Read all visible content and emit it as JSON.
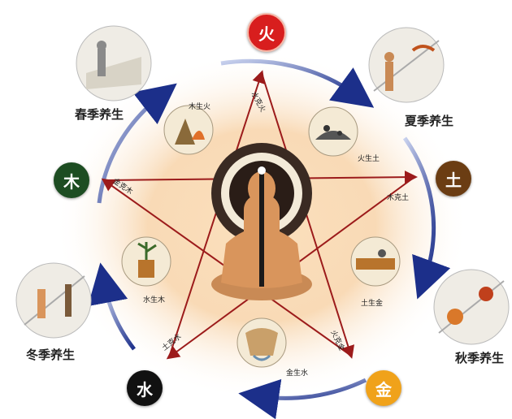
{
  "elements": {
    "fire": "火",
    "earth": "土",
    "metal": "金",
    "water": "水",
    "wood": "木"
  },
  "seasons": {
    "spring": "春季养生",
    "summer": "夏季养生",
    "autumn": "秋季养生",
    "winter": "冬季养生"
  },
  "generating": {
    "wood_fire": "木生火",
    "fire_earth": "火生土",
    "earth_metal": "土生金",
    "metal_water": "金生水",
    "water_wood": "水生木"
  },
  "controlling": {
    "water_fire": "水克火",
    "wood_earth": "木克土",
    "fire_metal": "火克金",
    "earth_water": "土克水",
    "metal_wood": "金克木"
  },
  "colors": {
    "fire": "#d81e1e",
    "earth": "#6b3d13",
    "metal": "#f0a21a",
    "water": "#111111",
    "wood": "#1d4d22",
    "cycle_arrow": "#1c2f8a",
    "control_arrow": "#9c1b1b",
    "glow": "#f6c99a"
  }
}
